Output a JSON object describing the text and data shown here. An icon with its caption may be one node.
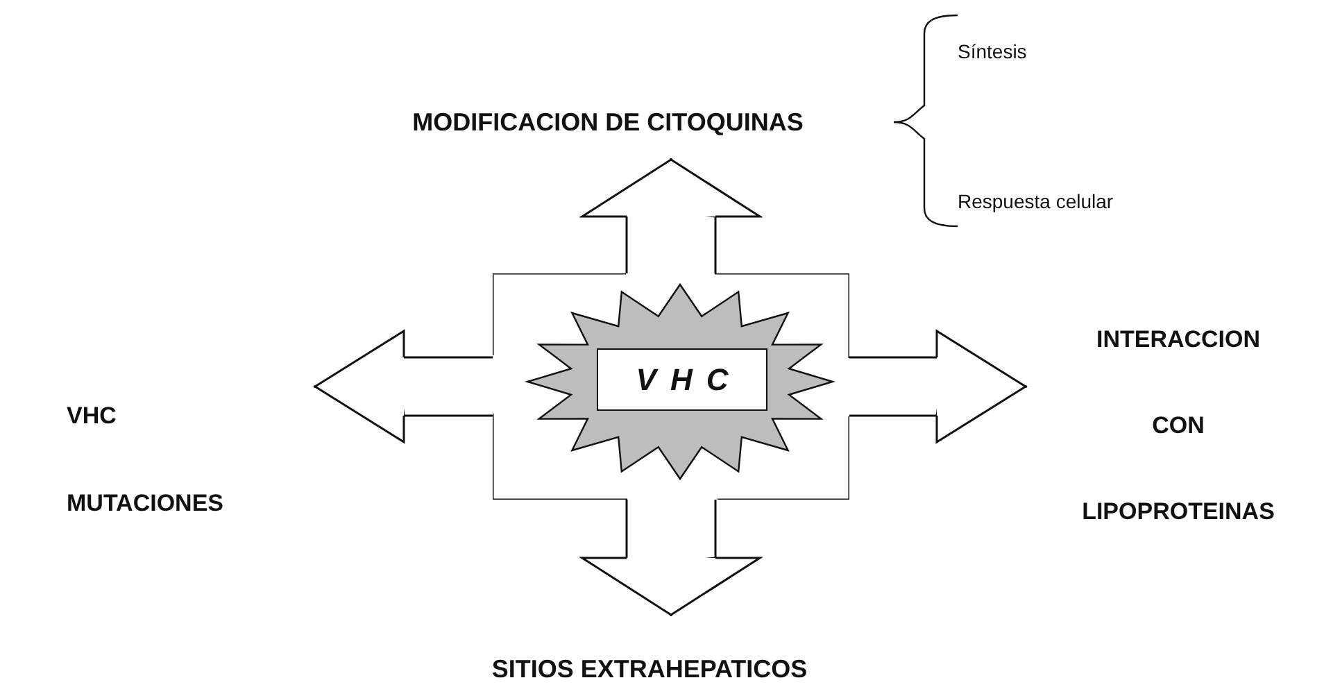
{
  "diagram": {
    "nodes": [
      {
        "text": [
          "VHC"
        ]
      },
      {
        "text": [
          "MODIFICACION DE CITOQUINAS"
        ]
      },
      {
        "text": [
          "Síntesis"
        ]
      },
      {
        "text": [
          "Respuesta celular"
        ]
      },
      {
        "text": [
          "INTERACCION CON LIPOPROTEINAS"
        ]
      },
      {
        "text": [
          "SITIOS EXTRAHEPATICOS"
        ]
      },
      {
        "text": [
          "VHC",
          "MUTACIONES"
        ]
      }
    ],
    "edges": [
      {
        "from": 0,
        "to": 1,
        "arrow": "to"
      },
      {
        "from": 0,
        "to": 6,
        "arrow": "to"
      },
      {
        "from": 0,
        "to": 4,
        "arrow": "to"
      },
      {
        "from": 0,
        "to": 5,
        "arrow": "to"
      },
      {
        "from": 1,
        "to": 2,
        "arrow": "none"
      },
      {
        "from": 1,
        "to": 3,
        "arrow": "none"
      }
    ]
  }
}
